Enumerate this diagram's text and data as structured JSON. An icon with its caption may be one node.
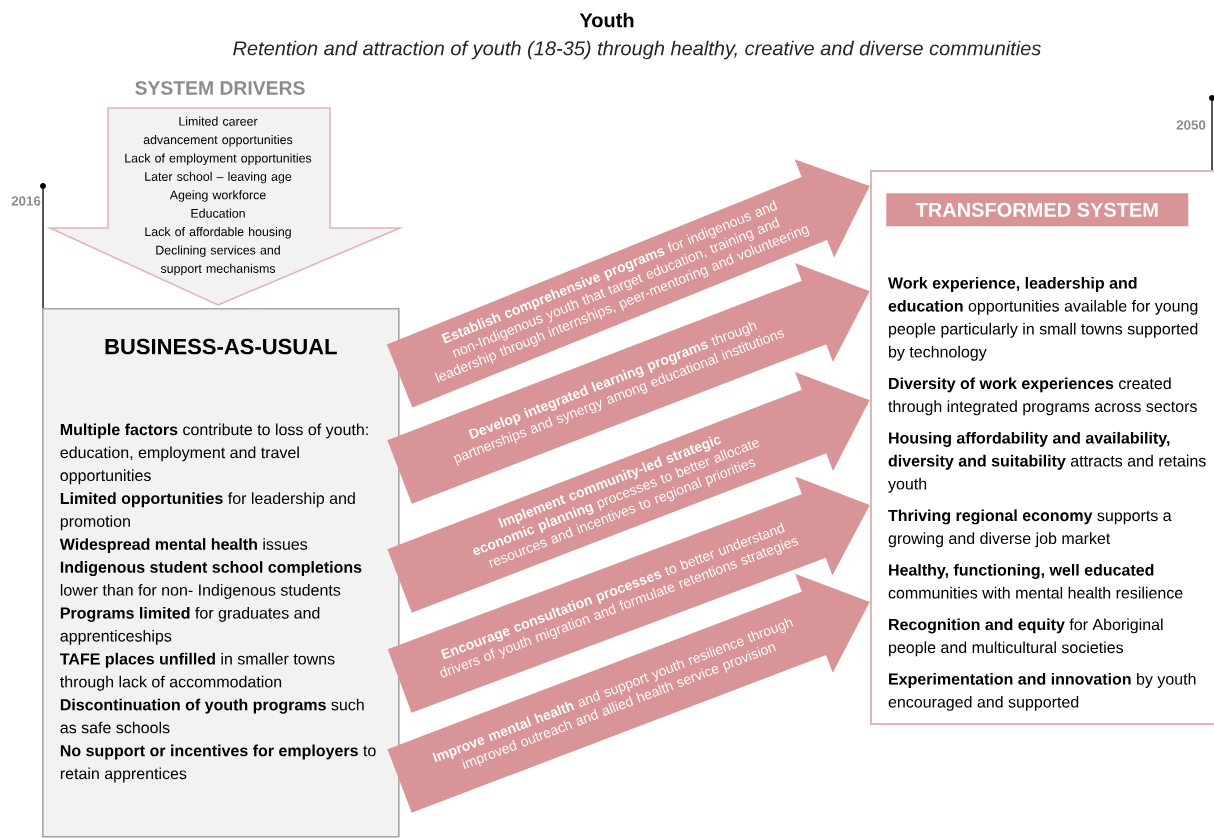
{
  "diagram": {
    "title": "Youth",
    "nodes": [
      {
        "text": [
          "SYSTEM DRIVERS",
          "Limited career advancement opportunities",
          "Lack of employment opportunities",
          "Later school – leaving age",
          "Ageing workforce",
          "Education",
          "Lack of affordable housing",
          "Declining services and support mechanisms"
        ]
      },
      {
        "text": [
          "BUSINESS-AS-USUAL",
          "**Multiple factors** contribute to loss of youth: education, employment and travel opportunities",
          "**Limited opportunities** for leadership and promotion",
          "**Widespread mental health** issues",
          "**Indigenous student school completions** lower than for non- Indigenous students",
          "**Programs limited** for graduates and apprenticeships",
          "**TAFE places unfilled** in smaller towns through lack of accommodation",
          "**Discontinuation of youth programs** such as safe schools",
          "**No support or incentives for employers** to retain apprentices"
        ]
      },
      {
        "text": [
          "**Work experience, leadership and education** opportunities available for young people particularly in small towns supported by technology",
          "**Diversity of work experiences** created through integrated programs across sectors",
          "**Housing affordability and availability, diversity and suitability** attracts and retains youth",
          "**Thriving regional economy** supports a growing and diverse job market",
          "**Healthy, functioning, well educated** communities with mental health resilience",
          "**Recognition and equity** for Aboriginal people and multicultural societies",
          "**Experimentation and innovation** by youth encouraged and supported"
        ]
      },
      {
        "text": [
          "TRANSFORMED SYSTEM"
        ],
        "in": 2
      }
    ],
    "edges": [
      {
        "from": 1,
        "to": 2,
        "arrow": "to",
        "label": "**Establish comprehensive programs** for indigenous and non-Indigenous youth that target education, training and leadership through internships, peer-mentoring and volunteering"
      },
      {
        "from": 1,
        "to": 2,
        "arrow": "to",
        "label": "**Develop integrated learning programs** through partnerships and synergy among educational institutions"
      },
      {
        "from": 1,
        "to": 2,
        "arrow": "to",
        "label": "**Implement community-led strategic economic planning** processes to better allocate resources and incentives to regional priorities"
      },
      {
        "from": 1,
        "to": 2,
        "arrow": "to",
        "label": "**Encourage consultation processes** to better understand drivers of youth migration and formulate retentions strategies"
      },
      {
        "from": 1,
        "to": 2,
        "arrow": "to",
        "label": "**Improve mental health** and support youth resilience through improved outreach and allied health service provision"
      }
    ],
    "labels": [
      "Retention and attraction of youth (18-35) through healthy, creative and diverse communities",
      "2016",
      "2050"
    ]
  }
}
